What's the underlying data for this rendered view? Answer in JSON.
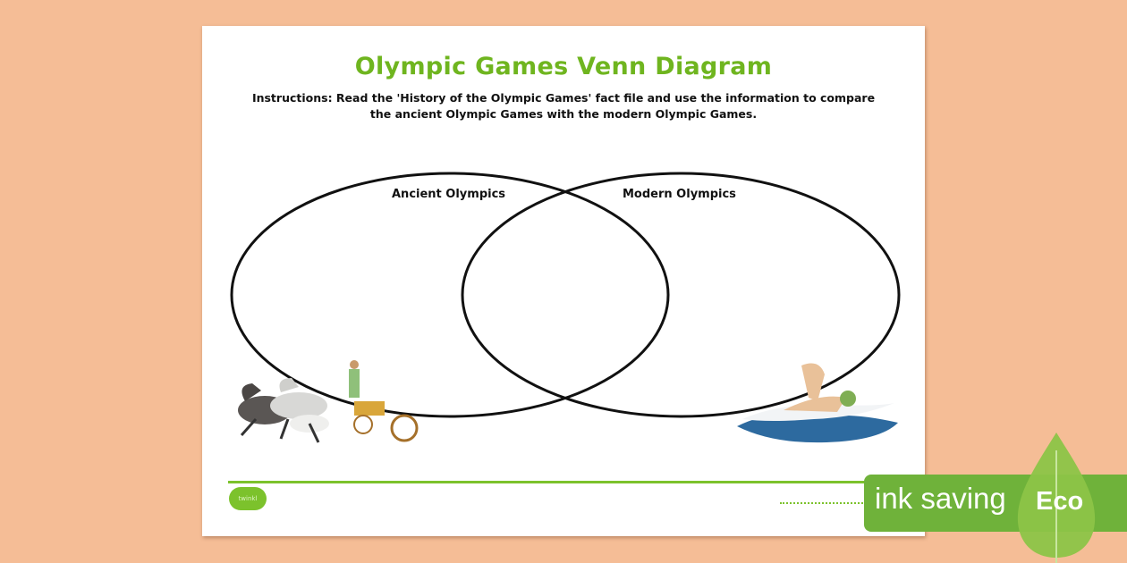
{
  "document": {
    "title": "Olympic Games Venn Diagram",
    "instructions_line1": "Instructions: Read the 'History of the Olympic Games' fact file and use the information to compare",
    "instructions_line2": "the ancient Olympic Games with the modern Olympic Games.",
    "venn": {
      "left_label": "Ancient Olympics",
      "right_label": "Modern Olympics"
    },
    "images": {
      "left": "chariot-illustration",
      "right": "swimmer-illustration"
    },
    "footer": {
      "logo_text": "twinkl"
    }
  },
  "badge": {
    "label": "ink saving",
    "eco_label": "Eco"
  },
  "colors": {
    "background": "#f5bd96",
    "title_green": "#6fb51f",
    "badge_green": "#6fb23a"
  }
}
